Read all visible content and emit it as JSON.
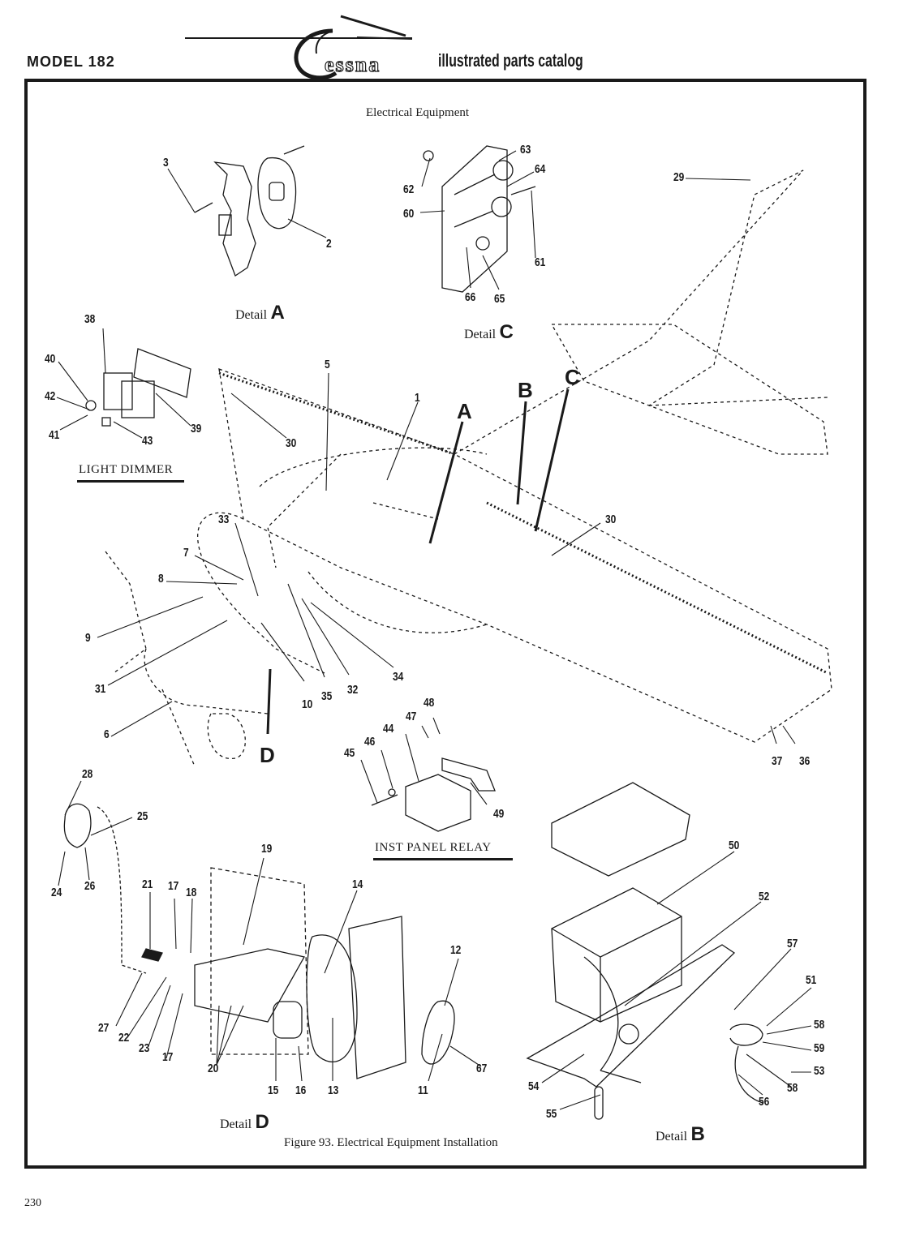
{
  "header": {
    "model": "MODEL 182",
    "brand": "Cessna",
    "tagline": "illustrated parts catalog"
  },
  "figure": {
    "title": "Electrical Equipment",
    "caption": "Figure 93.  Electrical Equipment Installation"
  },
  "details": {
    "a": {
      "label": "Detail",
      "letter": "A"
    },
    "b": {
      "label": "Detail",
      "letter": "B"
    },
    "c": {
      "label": "Detail",
      "letter": "C"
    },
    "d": {
      "label": "Detail",
      "letter": "D"
    }
  },
  "sections": {
    "light_dimmer": "LIGHT DIMMER",
    "inst_panel_relay": "INST PANEL RELAY"
  },
  "view_markers": [
    "A",
    "B",
    "C",
    "D"
  ],
  "callouts": [
    "1",
    "2",
    "3",
    "5",
    "6",
    "7",
    "8",
    "9",
    "10",
    "11",
    "12",
    "13",
    "14",
    "15",
    "16",
    "17",
    "17",
    "18",
    "19",
    "20",
    "21",
    "22",
    "23",
    "24",
    "25",
    "26",
    "27",
    "28",
    "29",
    "30",
    "30",
    "31",
    "32",
    "33",
    "34",
    "35",
    "36",
    "37",
    "38",
    "39",
    "40",
    "41",
    "42",
    "43",
    "44",
    "45",
    "46",
    "47",
    "48",
    "49",
    "50",
    "51",
    "52",
    "53",
    "54",
    "55",
    "56",
    "57",
    "58",
    "58",
    "59",
    "60",
    "61",
    "62",
    "63",
    "64",
    "65",
    "66",
    "67"
  ],
  "page": {
    "number": "230"
  }
}
